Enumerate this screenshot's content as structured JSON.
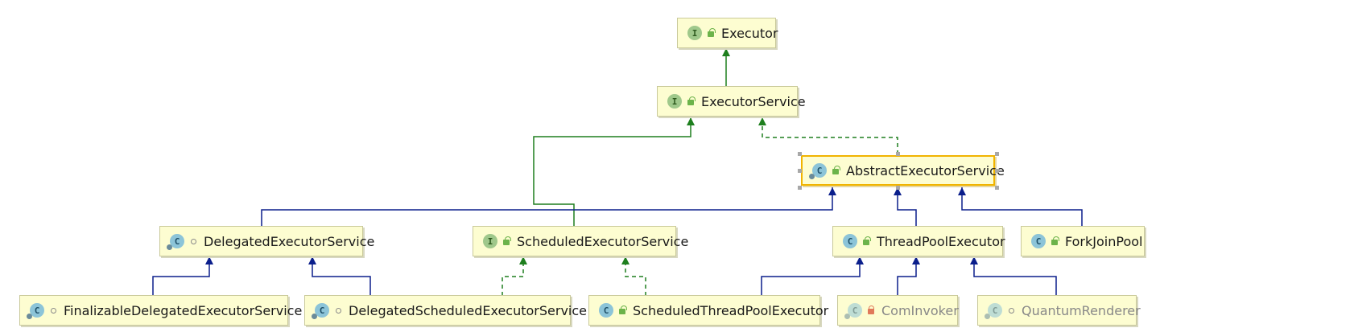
{
  "nodes": {
    "executor": {
      "label": "Executor",
      "kind": "I"
    },
    "executor_service": {
      "label": "ExecutorService",
      "kind": "I"
    },
    "abstract_executor_service": {
      "label": "AbstractExecutorService",
      "kind": "C"
    },
    "delegated_executor_service": {
      "label": "DelegatedExecutorService",
      "kind": "C"
    },
    "scheduled_executor_service": {
      "label": "ScheduledExecutorService",
      "kind": "I"
    },
    "thread_pool_executor": {
      "label": "ThreadPoolExecutor",
      "kind": "C"
    },
    "fork_join_pool": {
      "label": "ForkJoinPool",
      "kind": "C"
    },
    "finalizable_delegated_executor_service": {
      "label": "FinalizableDelegatedExecutorService",
      "kind": "C"
    },
    "delegated_scheduled_executor_service": {
      "label": "DelegatedScheduledExecutorService",
      "kind": "C"
    },
    "scheduled_thread_pool_executor": {
      "label": "ScheduledThreadPoolExecutor",
      "kind": "C"
    },
    "com_invoker": {
      "label": "ComInvoker",
      "kind": "C"
    },
    "quantum_renderer": {
      "label": "QuantumRenderer",
      "kind": "C"
    }
  },
  "colors": {
    "extends_interface": "#1e7f1e",
    "extends_class": "#0b1f8c",
    "node_fill": "#fdfdd1",
    "selected_border": "#f1b400"
  }
}
